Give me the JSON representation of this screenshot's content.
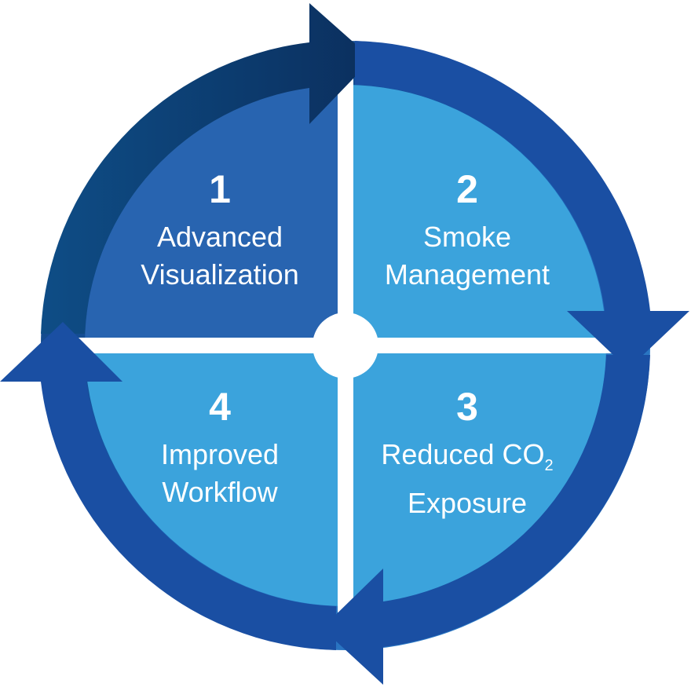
{
  "colors": {
    "ring_dark": "#0a3768",
    "ring_mid": "#1a56a8",
    "ring_light": "#2f86cd",
    "quadrant_dark": "#2864b0",
    "quadrant_light": "#3ba3dc",
    "center": "#ffffff",
    "text": "#ffffff"
  },
  "steps": [
    {
      "number": "1",
      "line1": "Advanced",
      "line2": "Visualization"
    },
    {
      "number": "2",
      "line1": "Smoke",
      "line2": "Management"
    },
    {
      "number": "3",
      "line1": "Reduced CO",
      "line1_sub": "2",
      "line2": "Exposure"
    },
    {
      "number": "4",
      "line1": "Improved",
      "line2": "Workflow"
    }
  ]
}
